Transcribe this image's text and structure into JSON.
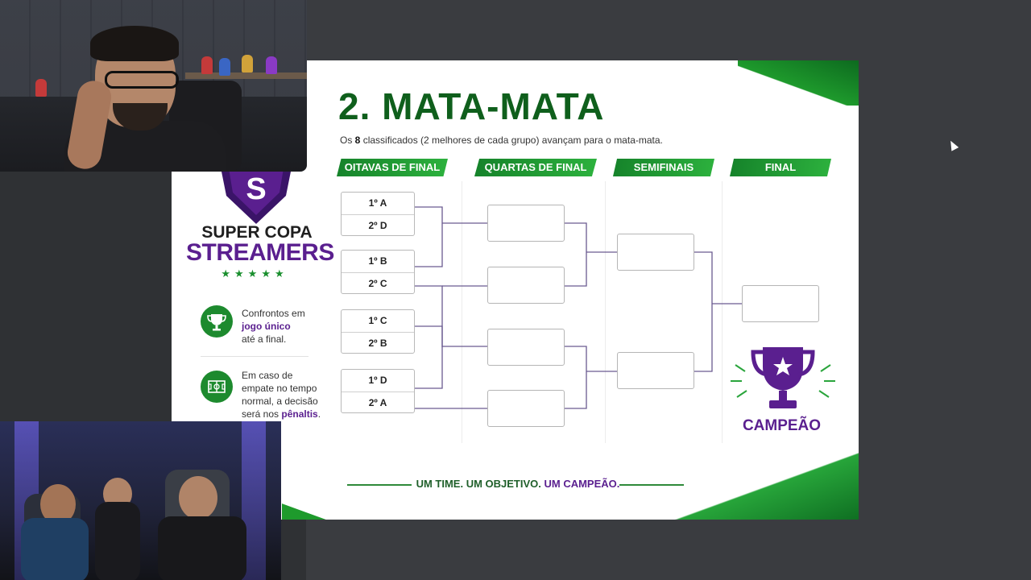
{
  "slide": {
    "title": "2. MATA-MATA",
    "subtitle_pre": "Os ",
    "subtitle_bold": "8",
    "subtitle_post": " classificados (2 melhores de cada grupo) avançam para o mata-mata.",
    "stages": [
      "OITAVAS DE FINAL",
      "QUARTAS DE FINAL",
      "SEMIFINAIS",
      "FINAL"
    ],
    "round_of_16": [
      {
        "top": "1º A",
        "bottom": "2º D"
      },
      {
        "top": "1º B",
        "bottom": "2º C"
      },
      {
        "top": "1º C",
        "bottom": "2º B"
      },
      {
        "top": "1º D",
        "bottom": "2º A"
      }
    ],
    "brand": {
      "line1": "SUPER COPA",
      "line2": "STREAMERS",
      "stars": "★★★★★",
      "logo_letter": "S"
    },
    "info": [
      {
        "icon": "trophy-icon",
        "pre": "Confrontos em",
        "highlight": "jogo único",
        "post": "até a final."
      },
      {
        "icon": "field-icon",
        "pre": "Em caso de empate no tempo normal, a decisão será nos",
        "highlight": "pênaltis",
        "post": "."
      }
    ],
    "champion_label": "CAMPEÃO",
    "footer_pre": "UM TIME. UM OBJETIVO. ",
    "footer_highlight": "UM CAMPEÃO."
  },
  "colors": {
    "green": "#15822a",
    "purple": "#5a1f8f",
    "background": "#3a3c40"
  }
}
